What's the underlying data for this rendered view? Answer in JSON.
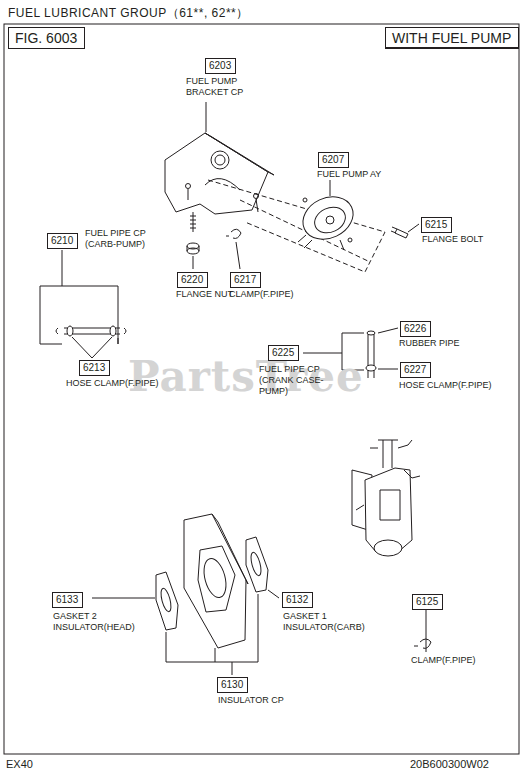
{
  "diagram": {
    "title": "FUEL LUBRICANT GROUP（61**, 62**）",
    "nodes": [
      {
        "text": [
          "FIG. 6003"
        ]
      },
      {
        "text": [
          "WITH FUEL PUMP"
        ]
      },
      {
        "text": [
          "6203",
          "FUEL PUMP BRACKET CP"
        ]
      },
      {
        "text": [
          "6207",
          "FUEL PUMP AY"
        ]
      },
      {
        "text": [
          "6215",
          "FLANGE BOLT"
        ]
      },
      {
        "text": [
          "6210",
          "FUEL PIPE CP (CARB-PUMP)"
        ]
      },
      {
        "text": [
          "6217",
          "CLAMP(F.PIPE)"
        ]
      },
      {
        "text": [
          "6220",
          "FLANGE NUT"
        ]
      },
      {
        "text": [
          "6226",
          "RUBBER PIPE"
        ]
      },
      {
        "text": [
          "6225",
          "FUEL PIPE CP (CRANK CASE-PUMP)"
        ]
      },
      {
        "text": [
          "6227",
          "HOSE CLAMP(F.PIPE)"
        ]
      },
      {
        "text": [
          "6213",
          "HOSE CLAMP(F.PIPE)"
        ]
      },
      {
        "text": [
          "6133",
          "GASKET 2 INSULATOR(HEAD)"
        ]
      },
      {
        "text": [
          "6132",
          "GASKET 1 INSULATOR(CARB)"
        ]
      },
      {
        "text": [
          "6125",
          "CLAMP(F.PIPE)"
        ]
      },
      {
        "text": [
          "6130",
          "INSULATOR CP"
        ]
      }
    ],
    "labels": [
      "PartsTree",
      "EX40",
      "20B600300W02"
    ]
  }
}
